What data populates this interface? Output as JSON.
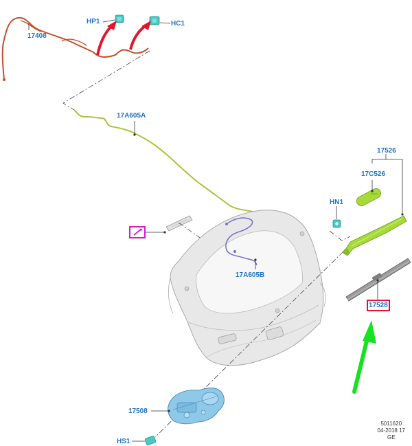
{
  "callouts": {
    "harness_17408": "17408",
    "connector_hp1": "HP1",
    "connector_hc1": "HC1",
    "harness_17a605a": "17A605A",
    "wiper_assembly_17526": "17526",
    "wiper_cap_17c526": "17C526",
    "nut_hn1": "HN1",
    "harness_17a605b": "17A605B",
    "wiper_blade_17528": "17528",
    "motor_17508": "17508",
    "connector_hs1": "HS1"
  },
  "meta": {
    "diagram_number": "5011620",
    "date_code": "04-2018 17",
    "region_code": "GE"
  },
  "colors": {
    "label_text": "#1e73c8",
    "highlight_box": "#e5142d",
    "connector_arrow": "#e5142d",
    "pointer_arrow": "#16e21f",
    "cable_harness_17408": "#c4502d",
    "cable_harness_17a605a": "#b2c03c",
    "wiper_parts": "#a6d93a",
    "wiper_motor": "#8ec9ea",
    "connectors": "#47c9c4",
    "liftgate": "#e8e8e8",
    "magenta_box": "#d11dc6"
  }
}
